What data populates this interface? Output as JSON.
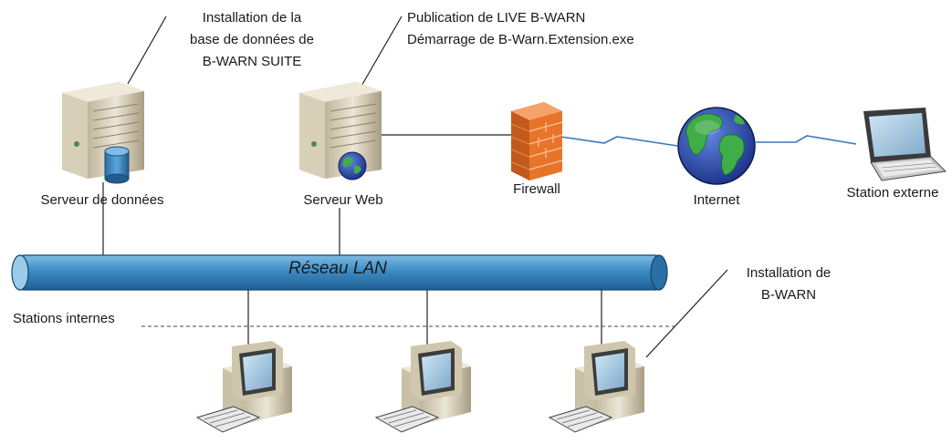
{
  "annotations": {
    "db_install": [
      "Installation de la",
      "base de données de",
      "B-WARN SUITE"
    ],
    "web_publish": [
      "Publication de LIVE B-WARN",
      "Démarrage de B-Warn.Extension.exe"
    ],
    "client_install": [
      "Installation de",
      "B-WARN"
    ]
  },
  "nodes": {
    "data_server": "Serveur de données",
    "web_server": "Serveur Web",
    "firewall": "Firewall",
    "internet": "Internet",
    "external_station": "Station externe"
  },
  "network": {
    "lan": "Réseau LAN",
    "internal_stations": "Stations internes"
  },
  "icons": {
    "data_server": "server-database-icon",
    "web_server": "server-globe-icon",
    "firewall": "firewall-brick-icon",
    "internet": "globe-icon",
    "external_station": "laptop-icon",
    "workstation": "desktop-computer-icon"
  },
  "colors": {
    "lan_pipe": "#3d8cc4",
    "database": "#3a86c4",
    "firewall": "#e8742a",
    "globe_sea": "#2c4aa8",
    "globe_land": "#3fae49",
    "server_case": "#d9d1bd"
  }
}
